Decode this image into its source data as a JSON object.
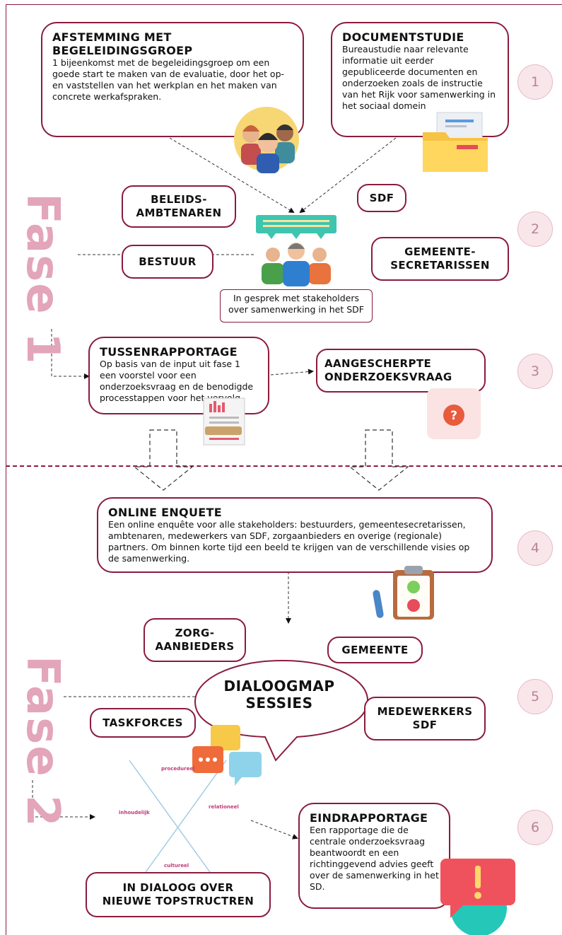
{
  "phases": {
    "phase1": "Fase 1",
    "phase2": "Fase 2"
  },
  "steps": [
    "1",
    "2",
    "3",
    "4",
    "5",
    "6"
  ],
  "boxes": {
    "afstemming": {
      "title": "AFSTEMMING MET BEGELEIDINGSGROEP",
      "text": "1 bijeenkomst met de begeleidingsgroep om een goede start te maken van de evaluatie, door het op-en vaststellen van het werkplan en het maken van concrete werkafspraken."
    },
    "documentstudie": {
      "title": "DOCUMENTSTUDIE",
      "text": "Bureaustudie naar relevante informatie uit eerder gepubliceerde documenten en onderzoeken zoals de instructie van het Rijk voor samenwerking in het sociaal domein"
    },
    "tussenrapportage": {
      "title": "TUSSENRAPPORTAGE",
      "text": "Op basis van de input uit fase 1 een voorstel voor een onderzoeksvraag en de benodigde processtappen voor het vervolg."
    },
    "online_enquete": {
      "title": "ONLINE ENQUETE",
      "text": "Een online enquête voor alle stakeholders: bestuurders, gemeentesecretarissen, ambtenaren, medewerkers van SDF, zorgaanbieders en overige (regionale) partners. Om binnen korte tijd een beeld te krijgen van de verschillende visies op de samenwerking."
    },
    "eindrapportage": {
      "title": "EINDRAPPORTAGE",
      "text": "Een rapportage die de centrale onderzoeksvraag beantwoordt en een richtinggevend advies geeft over de samenwerking in het SD."
    }
  },
  "labels": {
    "beleidsambtenaren": "BELEIDS-\nAMBTENAREN",
    "sdf": "SDF",
    "bestuur": "BESTUUR",
    "gemeentesecretarissen": "GEMEENTE-\nSECRETARISSEN",
    "aangescherpte": "AANGESCHERPTE\nONDERZOEKSVRAAG",
    "zorgaanbieders": "ZORG-\nAANBIEDERS",
    "gemeente": "GEMEENTE",
    "taskforces": "TASKFORCES",
    "medewerkers": "MEDEWERKERS\nSDF",
    "dialoogmap": "DIALOOGMAP\nSESSIES",
    "in_dialoog": "IN DIALOOG OVER\nNIEUWE TOPSTRUCTREN"
  },
  "stakeholder_caption": "In gesprek met stakeholders over samenwerking in het SDF",
  "quadrant": {
    "procedureel": "procedureel",
    "inhoudelijk": "inhoudelijk",
    "relationeel": "relationeel",
    "cultureel": "cultureel"
  },
  "colors": {
    "accent": "#8a1c3c",
    "phase_label": "#e3a5b9",
    "step_fill": "#f9e6ea",
    "step_text": "#b88592"
  }
}
